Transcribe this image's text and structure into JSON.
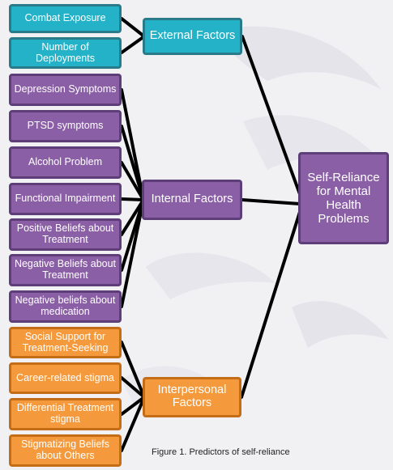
{
  "caption": "Figure 1. Predictors of self-reliance",
  "colors": {
    "external": "#23b2c8",
    "internal": "#8a5fa6",
    "interpersonal": "#f59a3c",
    "connector": "#000000"
  },
  "external": {
    "label": "External Factors",
    "predictors": [
      "Combat Exposure",
      "Number of Deployments"
    ]
  },
  "internal": {
    "label": "Internal Factors",
    "predictors": [
      "Depression Symptoms",
      "PTSD symptoms",
      "Alcohol Problem",
      "Functional Impairment",
      "Positive Beliefs about Treatment",
      "Negative Beliefs about Treatment",
      "Negative beliefs about medication"
    ]
  },
  "interpersonal": {
    "label": "Interpersonal Factors",
    "predictors": [
      "Social Support for Treatment-Seeking",
      "Career-related stigma",
      "Differential Treatment stigma",
      "Stigmatizing Beliefs about Others"
    ]
  },
  "outcome": {
    "label": "Self-Reliance for Mental Health Problems"
  }
}
